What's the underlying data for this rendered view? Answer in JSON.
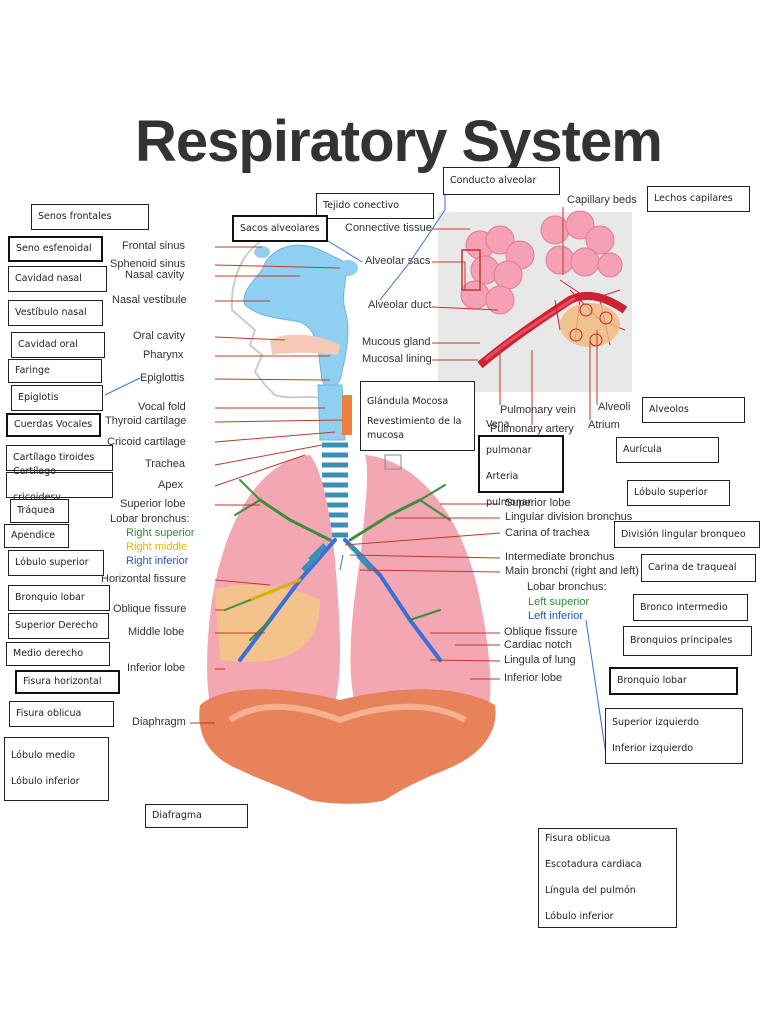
{
  "title": "Respiratory System",
  "english_labels": {
    "frontal_sinus": "Frontal sinus",
    "sphenoid_sinus": "Sphenoid sinus",
    "nasal_cavity": "Nasal cavity",
    "nasal_vestibule": "Nasal vestibule",
    "oral_cavity": "Oral cavity",
    "pharynx": "Pharynx",
    "epiglottis": "Epiglottis",
    "vocal_fold": "Vocal fold",
    "thyroid_cartilage": "Thyroid cartilage",
    "cricoid_cartilage": "Cricoid cartilage",
    "trachea": "Trachea",
    "apex": "Apex",
    "superior_lobe_left": "Superior lobe",
    "lobar_bronchus_left": "Lobar bronchus:",
    "right_superior": "Right superior",
    "right_middle": "Right middle",
    "right_inferior": "Right inferior",
    "horizontal_fissure": "Horizontal fissure",
    "oblique_fissure_left": "Oblique fissure",
    "middle_lobe": "Middle lobe",
    "inferior_lobe_left": "Inferior lobe",
    "diaphragm": "Diaphragm",
    "connective_tissue": "Connective tissue",
    "alveolar_sacs": "Alveolar sacs",
    "alveolar_duct": "Alveolar duct",
    "mucous_gland": "Mucous gland",
    "mucosal_lining": "Mucosal lining",
    "capillary_beds": "Capillary beds",
    "pulmonary_vein": "Pulmonary vein",
    "pulmonary_artery": "Pulmonary artery",
    "alveoli": "Alveoli",
    "atrium": "Atrium",
    "superior_lobe_right": "Superior lobe",
    "lingular_division_bronchus": "Lingular division bronchus",
    "carina_of_trachea": "Carina of trachea",
    "intermediate_bronchus": "Intermediate bronchus",
    "main_bronchi": "Main bronchi (right and left)",
    "lobar_bronchus_right": "Lobar bronchus:",
    "left_superior": "Left superior",
    "left_inferior": "Left inferior",
    "oblique_fissure_right": "Oblique fissure",
    "cardiac_notch": "Cardiac notch",
    "lingula_of_lung": "Lingula of lung",
    "inferior_lobe_right": "Inferior lobe"
  },
  "spanish_boxes": {
    "senos_frontales": "Senos frontales",
    "seno_esfenoidal": "Seno esfenoidal",
    "cavidad_nasal": "Cavidad nasal",
    "vestibulo_nasal": "Vestíbulo nasal",
    "cavidad_oral": "Cavidad oral",
    "faringe": "Faringe",
    "epiglotis": "Epiglotis",
    "cuerdas_vocales": "Cuerdas Vocales",
    "cartilago_tiroides": "Cartílago tiroides",
    "cartilago_cricoides": "Cartílago cricoidesv",
    "traquea": "Tráquea",
    "apendice": "Apendice",
    "lobulo_superior_left": "Lóbulo superior",
    "bronquio_lobar_left": "Bronquio lobar",
    "superior_derecho": "Superior Derecho",
    "medio_derecho": "Medio derecho",
    "fisura_horizontal": "Fisura horizontal",
    "fisura_oblicua_left": "Fisura oblicua",
    "lobulo_medio": "Lóbulo medio",
    "lobulo_inferior_left": "Lóbulo inferior",
    "diafragma": "Diafragma",
    "tejido_conectivo": "Tejido conectivo",
    "sacos_alveolares": "Sacos alveolares",
    "conducto_alveolar": "Conducto alveolar",
    "lechos_capilares": "Lechos capilares",
    "glandula_mucosa": "Glándula Mocosa",
    "revestimiento_mucosa": "Revestimiento de la mucosa",
    "vena_pulmonar": "Vena pulmonar",
    "arteria_pulmonar": "Arteria pulmonar",
    "alveolos": "Alveolos",
    "auricula": "Aurícula",
    "lobulo_superior_right": "Lóbulo superior",
    "division_lingular": "División lingular bronqueo",
    "carina_traqueal": "Carina de traqueal",
    "bronco_intermedio": "Bronco intermedio",
    "bronquios_principales": "Bronquios principales",
    "bronquio_lobar_right": "Bronquio lobar",
    "superior_izquierdo": "Superior izquierdo",
    "inferior_izquierdo": "Inferior izquierdo",
    "fisura_oblicua_right": "Fisura oblicua",
    "escotadura_cardiaca": "Escotadura cardiaca",
    "lingula_pulmon": "Língula del pulmón",
    "lobulo_inferior_right": "Lóbulo inferior"
  },
  "colors": {
    "lung": "#f2a7b3",
    "airway": "#8fd0f0",
    "diaphragm": "#e8825a",
    "label_line": "#c0392b",
    "pointer_line": "#3a6fd8",
    "alveoli": "#f5a0b4"
  }
}
